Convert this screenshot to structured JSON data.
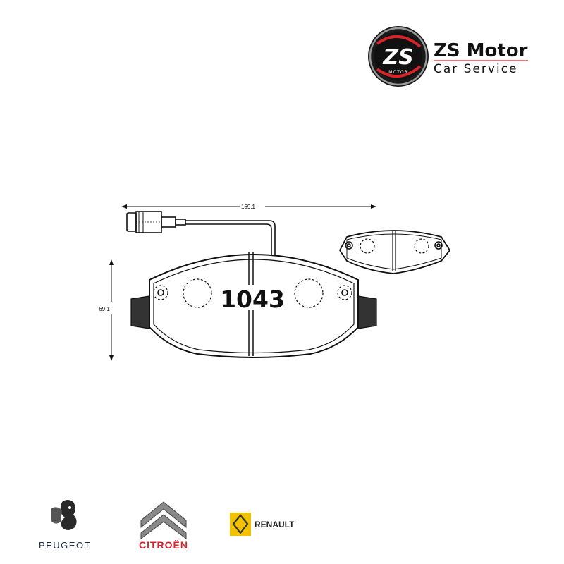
{
  "brand": {
    "logo_text": "ZS",
    "logo_small": "MOTOR",
    "name": "ZS Motor",
    "tagline": "Car Service",
    "accent_color": "#d8232a"
  },
  "drawing": {
    "part_number": "1043",
    "width_mm": "169.1",
    "height_mm": "69.1"
  },
  "makes": [
    {
      "name": "PEUGEOT",
      "icon": "peugeot-lion-icon",
      "color": "#1c2a4a"
    },
    {
      "name": "CITROËN",
      "icon": "citroen-chevron-icon",
      "color": "#d8232a"
    },
    {
      "name": "RENAULT",
      "icon": "renault-diamond-icon",
      "color": "#f2c200"
    }
  ]
}
